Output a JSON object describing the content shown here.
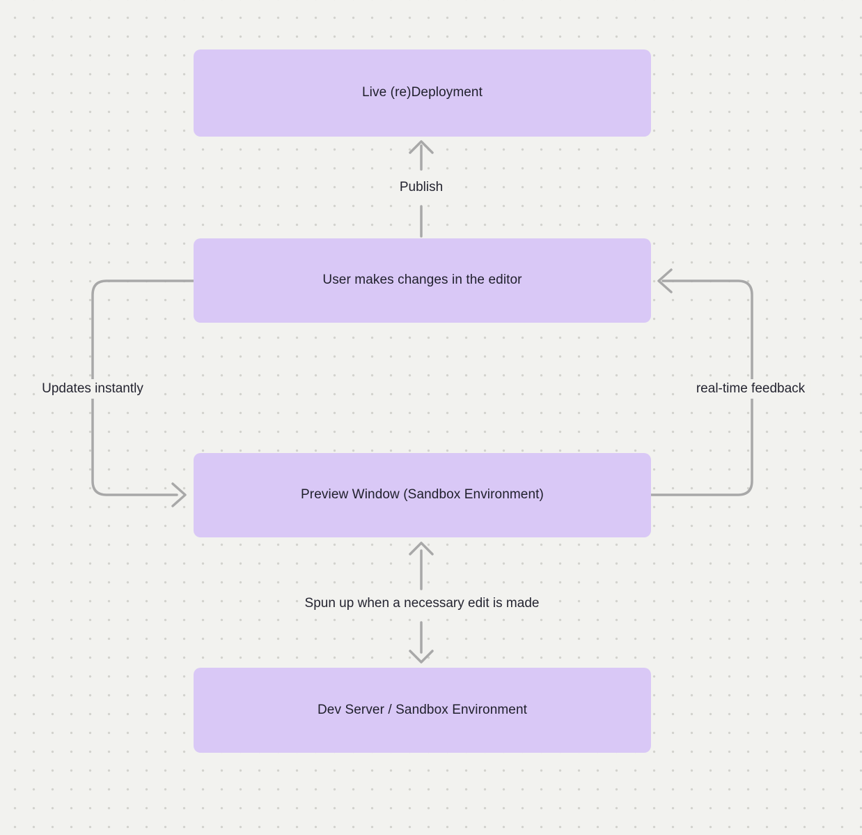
{
  "diagram": {
    "nodes": [
      {
        "id": "live-redeployment",
        "label": "Live (re)Deployment"
      },
      {
        "id": "editor-changes",
        "label": "User makes changes in the editor"
      },
      {
        "id": "preview-window",
        "label": "Preview Window (Sandbox Environment)"
      },
      {
        "id": "dev-server",
        "label": "Dev Server / Sandbox Environment"
      }
    ],
    "edges": [
      {
        "id": "publish",
        "from": "editor-changes",
        "to": "live-redeployment",
        "label": "Publish",
        "direction": "up"
      },
      {
        "id": "updates",
        "from": "editor-changes",
        "to": "preview-window",
        "label": "Updates instantly",
        "direction": "left-curve-down"
      },
      {
        "id": "feedback",
        "from": "preview-window",
        "to": "editor-changes",
        "label": "real-time feedback",
        "direction": "right-curve-up"
      },
      {
        "id": "spun-up",
        "from": "preview-window",
        "to": "dev-server",
        "label": "Spun up when a necessary edit is made",
        "direction": "bidirectional"
      }
    ],
    "colors": {
      "background": "#f2f2ef",
      "dot": "#d2d2cd",
      "node_fill": "#d9c8f6",
      "arrow": "#a8a8a8",
      "text": "#1f1f2b"
    }
  }
}
